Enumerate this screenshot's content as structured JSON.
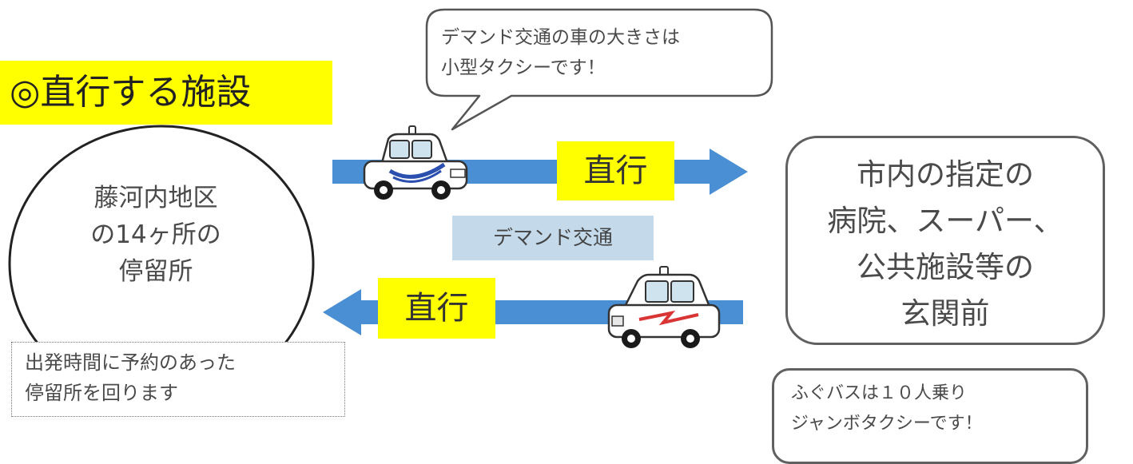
{
  "title": "◎直行する施設",
  "speech_bubble": {
    "line1": "デマンド交通の車の大きさは",
    "line2": "小型タクシーです！"
  },
  "origin": {
    "line1": "藤河内地区",
    "line2": "の14ヶ所の",
    "line3": "停留所"
  },
  "note": {
    "line1": "出発時間に予約のあった",
    "line2": "停留所を回ります"
  },
  "direct_top": "直行",
  "direct_bottom": "直行",
  "demand_label": "デマンド交通",
  "destination": {
    "line1": "市内の指定の",
    "line2": "病院、スーパー、",
    "line3": "公共施設等の",
    "line4": "玄関前"
  },
  "fugu_note": {
    "line1": "ふぐバスは１０人乗り",
    "line2": "ジャンボタクシーです！"
  },
  "colors": {
    "highlight": "#ffff00",
    "arrow": "#4a8fd4",
    "label_bg": "#c4daea",
    "taxi_blue_stripe": "#2b4fae",
    "taxi_red_stripe": "#d93535"
  },
  "icons": [
    "small-taxi-icon",
    "jumbo-taxi-icon",
    "right-arrow",
    "left-arrow"
  ]
}
